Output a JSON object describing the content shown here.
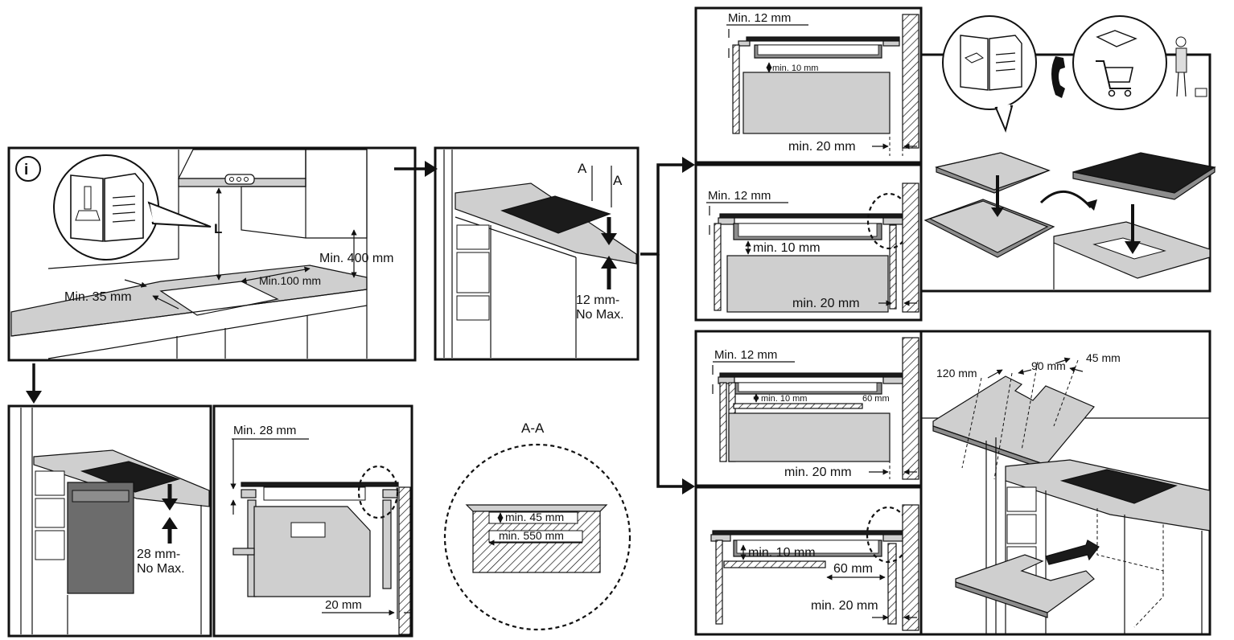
{
  "panel_kitchen": {
    "info_symbol": "i",
    "dim_L": "L",
    "dim_min400": "Min. 400 mm",
    "dim_min100": "Min.100 mm",
    "dim_min35": "Min. 35 mm",
    "icon": "manual-hood-icon"
  },
  "panel_counter": {
    "section_A_left": "A",
    "section_A_right": "A",
    "thickness_line1": "12 mm-",
    "thickness_line2": "No Max."
  },
  "panel_oven": {
    "thickness_line1": "28 mm-",
    "thickness_line2": "No Max."
  },
  "panel_oven_section": {
    "dim_min28": "Min. 28 mm",
    "dim_20": "20 mm"
  },
  "panel_aa": {
    "title": "A-A",
    "dim_min45": "min. 45 mm",
    "dim_min550": "min. 550 mm"
  },
  "panel_top1": {
    "dim_min12": "Min. 12 mm",
    "dim_min10": "min. 10 mm",
    "dim_min20": "min. 20 mm"
  },
  "panel_top2": {
    "dim_min12": "Min. 12 mm",
    "dim_min10": "min. 10 mm",
    "dim_min20": "min. 20 mm"
  },
  "panel_top3": {
    "dim_min12": "Min. 12 mm",
    "dim_min10": "min. 10 mm",
    "dim_60": "60 mm",
    "dim_min20": "min. 20 mm"
  },
  "panel_top4": {
    "dim_min10": "min. 10 mm",
    "dim_60": "60 mm",
    "dim_min20": "min. 20 mm"
  },
  "panel_cutout": {
    "dim_120": "120 mm",
    "dim_90": "90 mm",
    "dim_45": "45 mm"
  },
  "panel_install": {
    "icons": [
      "manual-icon",
      "phone-icon",
      "shopping-cart-icon",
      "technician-icon"
    ]
  }
}
